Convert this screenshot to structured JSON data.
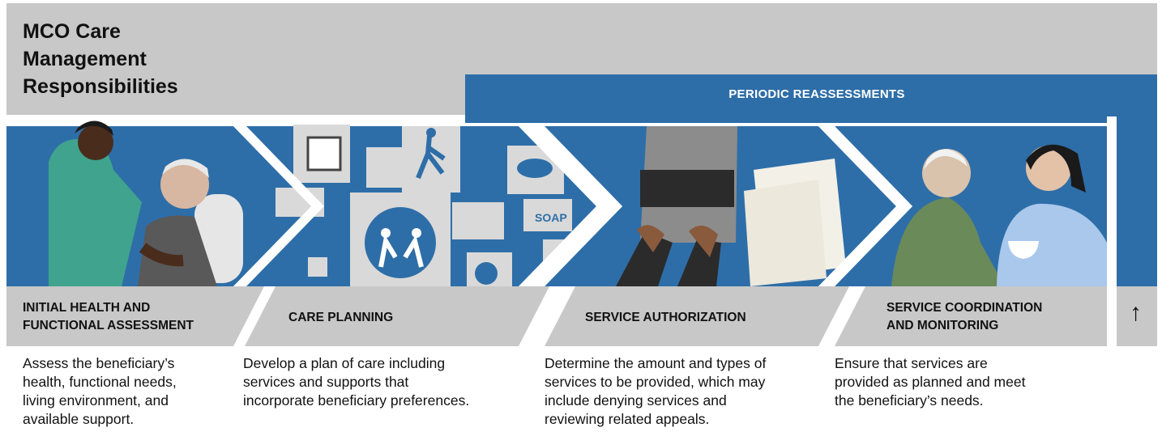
{
  "title_lines": [
    "MCO Care",
    "Management",
    "Responsibilities"
  ],
  "band_label": "PERIODIC REASSESSMENTS",
  "stages": [
    {
      "label_lines": [
        "INITIAL HEALTH AND",
        "FUNCTIONAL ASSESSMENT"
      ],
      "description_lines": [
        "Assess the beneficiary’s",
        "health, functional needs,",
        "living environment, and",
        "available support."
      ]
    },
    {
      "label_lines": [
        "CARE PLANNING"
      ],
      "description_lines": [
        "Develop a plan of care including",
        "services and supports that",
        "incorporate beneficiary preferences."
      ]
    },
    {
      "label_lines": [
        "SERVICE AUTHORIZATION"
      ],
      "description_lines": [
        "Determine the amount and types of",
        "services to be provided, which may",
        "include denying services and",
        "reviewing related appeals."
      ]
    },
    {
      "label_lines": [
        "SERVICE COORDINATION",
        "AND MONITORING"
      ],
      "description_lines": [
        "Ensure that services are",
        "provided as planned and meet",
        "the beneficiary’s needs."
      ]
    }
  ],
  "icons": {
    "soap_label": "SOAP"
  },
  "colors": {
    "blue": "#2e6ea8",
    "dark_blue": "#1f4d80",
    "gray": "#c8c8c8",
    "white": "#ffffff"
  }
}
